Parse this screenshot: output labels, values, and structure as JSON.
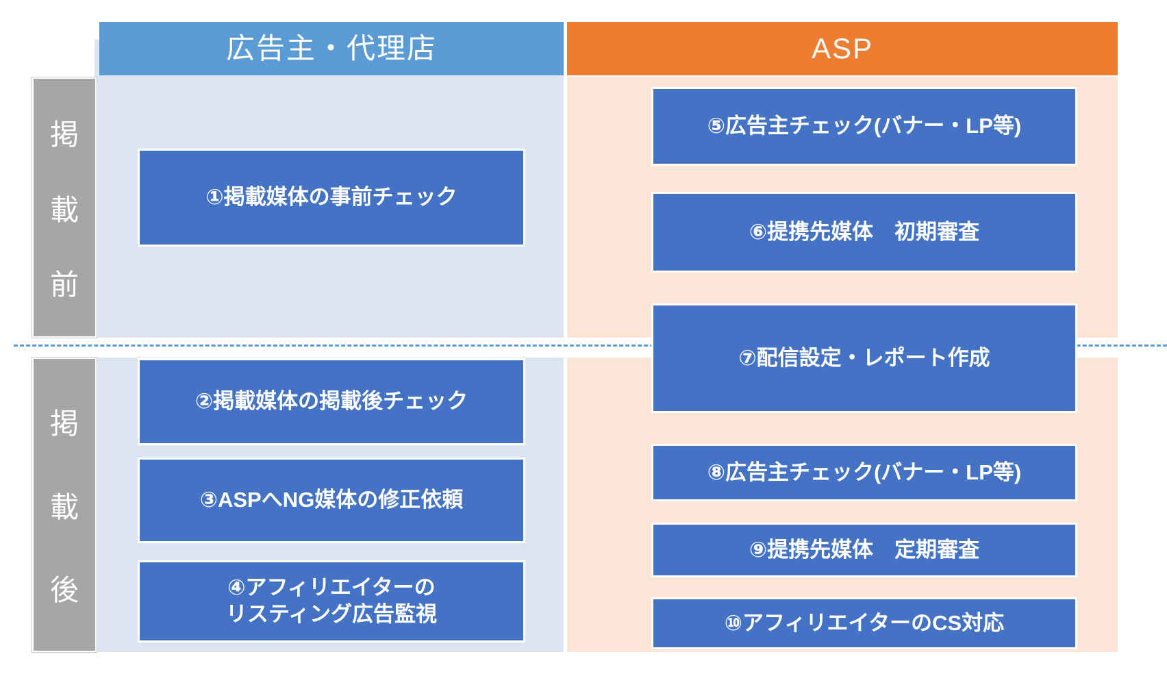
{
  "diagram": {
    "type": "swimlane-flow",
    "columns": [
      {
        "id": "advertiser",
        "label": "広告主・代理店",
        "header_color": "#5b9bd5",
        "panel_color": "#dce6f2"
      },
      {
        "id": "asp",
        "label": "ASP",
        "header_color": "#ed7d31",
        "panel_color": "#fbe5d6"
      }
    ],
    "rows": [
      {
        "id": "before",
        "label": "掲載前",
        "chars": [
          "掲",
          "載",
          "前"
        ],
        "color": "#a6a6a6"
      },
      {
        "id": "after",
        "label": "掲載後",
        "chars": [
          "掲",
          "載",
          "後"
        ],
        "color": "#a6a6a6"
      }
    ],
    "steps": [
      {
        "text": "①掲載媒体の事前チェック",
        "column": "広告主・代理店",
        "phase": "掲載前"
      },
      {
        "text": "②掲載媒体の掲載後チェック",
        "column": "広告主・代理店",
        "phase": "掲載後"
      },
      {
        "text": "③ASPへNG媒体の修正依頼",
        "column": "広告主・代理店",
        "phase": "掲載後"
      },
      {
        "text": "④アフィリエイターの",
        "text2": "リスティング広告監視",
        "column": "広告主・代理店",
        "phase": "掲載後"
      },
      {
        "text": "⑤広告主チェック(バナー・LP等)",
        "column": "ASP",
        "phase": "掲載前"
      },
      {
        "text": "⑥提携先媒体　初期審査",
        "column": "ASP",
        "phase": "掲載前"
      },
      {
        "text": "⑦配信設定・レポート作成",
        "column": "ASP",
        "phase": "掲載前/掲載後"
      },
      {
        "text": "⑧広告主チェック(バナー・LP等)",
        "column": "ASP",
        "phase": "掲載後"
      },
      {
        "text": "⑨提携先媒体　定期審査",
        "column": "ASP",
        "phase": "掲載後"
      },
      {
        "text": "⑩アフィリエイターのCS対応",
        "column": "ASP",
        "phase": "掲載後"
      }
    ],
    "colors": {
      "step_box": "#4472c4",
      "divider": "#5b9bd5",
      "text": "#ffffff"
    }
  }
}
